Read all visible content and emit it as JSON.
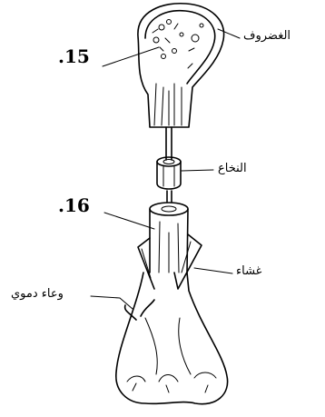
{
  "labels": {
    "cartilage": "الغضروف",
    "marrow": "النخاع",
    "membrane": "غشاء",
    "blood_vessel": "وعاء دموي"
  },
  "numbers": {
    "n15": ".15",
    "n16": ".16"
  }
}
